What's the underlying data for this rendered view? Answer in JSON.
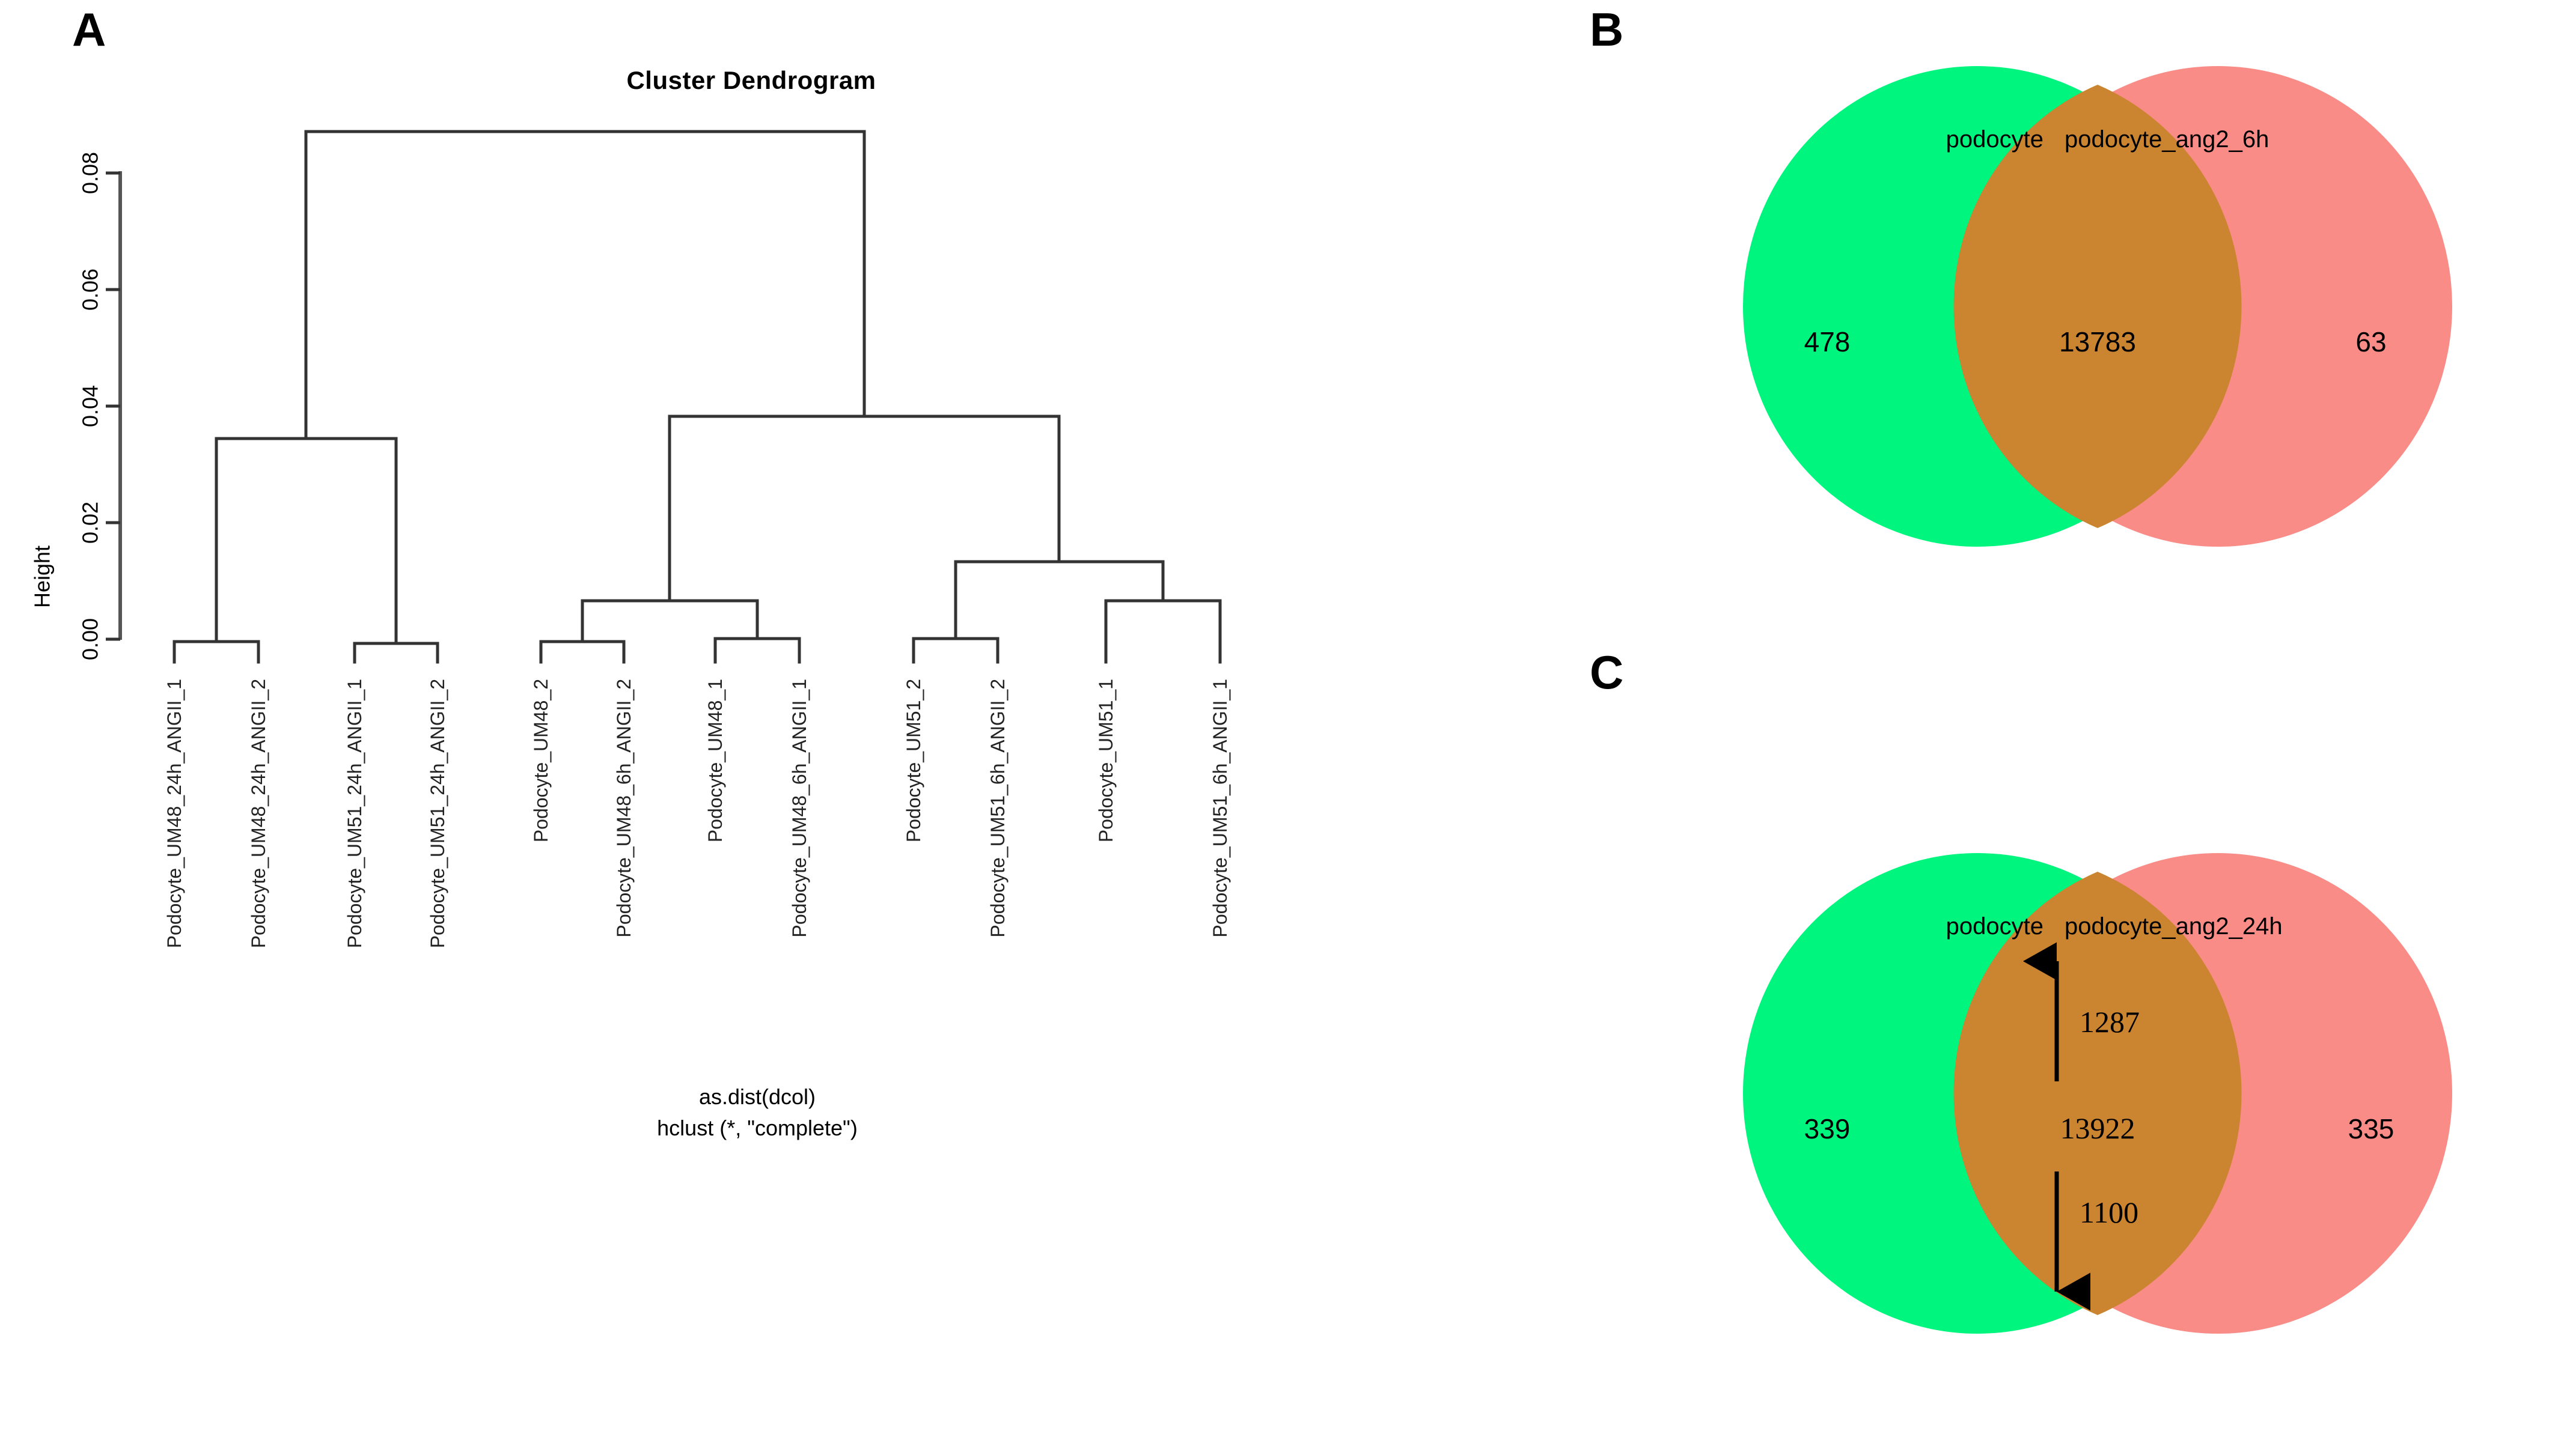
{
  "panels": {
    "a_letter": "A",
    "b_letter": "B",
    "c_letter": "C"
  },
  "dendrogram": {
    "title": "Cluster Dendrogram",
    "ylabel": "Height",
    "caption_line1": "as.dist(dcol)",
    "caption_line2": "hclust (*, \"complete\")",
    "ticks": [
      "0.08",
      "0.06",
      "0.04",
      "0.02",
      "0.00"
    ],
    "leaves": [
      "Podocyte_UM48_24h_ANGII_1",
      "Podocyte_UM48_24h_ANGII_2",
      "Podocyte_UM51_24h_ANGII_1",
      "Podocyte_UM51_24h_ANGII_2",
      "Podocyte_UM48_2",
      "Podocyte_UM48_6h_ANGII_2",
      "Podocyte_UM48_1",
      "Podocyte_UM48_6h_ANGII_1",
      "Podocyte_UM51_2",
      "Podocyte_UM51_6h_ANGII_2",
      "Podocyte_UM51_1",
      "Podocyte_UM51_6h_ANGII_1"
    ]
  },
  "chart_data": [
    {
      "type": "dendrogram",
      "title": "Cluster Dendrogram",
      "xlabel": "as.dist(dcol)",
      "ylabel": "Height",
      "ylim": [
        0.0,
        0.092
      ],
      "yticks": [
        0.0,
        0.02,
        0.04,
        0.06,
        0.08
      ],
      "method": "complete",
      "distance": "as.dist(dcol)",
      "leaf_order": [
        "Podocyte_UM48_24h_ANGII_1",
        "Podocyte_UM48_24h_ANGII_2",
        "Podocyte_UM51_24h_ANGII_1",
        "Podocyte_UM51_24h_ANGII_2",
        "Podocyte_UM48_2",
        "Podocyte_UM48_6h_ANGII_2",
        "Podocyte_UM48_1",
        "Podocyte_UM48_6h_ANGII_1",
        "Podocyte_UM51_2",
        "Podocyte_UM51_6h_ANGII_2",
        "Podocyte_UM51_1",
        "Podocyte_UM51_6h_ANGII_1"
      ],
      "merges": [
        {
          "id": "m1",
          "left": "Podocyte_UM48_24h_ANGII_1",
          "right": "Podocyte_UM48_24h_ANGII_2",
          "height": 0.0035
        },
        {
          "id": "m2",
          "left": "Podocyte_UM51_24h_ANGII_1",
          "right": "Podocyte_UM51_24h_ANGII_2",
          "height": 0.0032
        },
        {
          "id": "m3",
          "left": "m1",
          "right": "m2",
          "height": 0.0345
        },
        {
          "id": "m4",
          "left": "Podocyte_UM48_2",
          "right": "Podocyte_UM48_6h_ANGII_2",
          "height": 0.0035
        },
        {
          "id": "m5",
          "left": "Podocyte_UM48_1",
          "right": "Podocyte_UM48_6h_ANGII_1",
          "height": 0.004
        },
        {
          "id": "m6",
          "left": "m4",
          "right": "m5",
          "height": 0.0128
        },
        {
          "id": "m7",
          "left": "Podocyte_UM51_2",
          "right": "Podocyte_UM51_6h_ANGII_2",
          "height": 0.004
        },
        {
          "id": "m8",
          "left": "Podocyte_UM51_1",
          "right": "Podocyte_UM51_6h_ANGII_1",
          "height": 0.0105
        },
        {
          "id": "m9",
          "left": "m7",
          "right": "m8",
          "height": 0.0172
        },
        {
          "id": "m10",
          "left": "m6",
          "right": "m9",
          "height": 0.0385
        },
        {
          "id": "m11",
          "left": "m3",
          "right": "m10",
          "height": 0.0912
        }
      ]
    },
    {
      "type": "venn",
      "panel": "B",
      "sets": [
        "podocyte",
        "podocyte_ang2_6h"
      ],
      "only_left": 478,
      "intersection": 13783,
      "only_right": 63,
      "colors": {
        "left": "#00F57F",
        "right": "#F98C87",
        "overlap": "#CB8430"
      }
    },
    {
      "type": "venn",
      "panel": "C",
      "sets": [
        "podocyte",
        "podocyte_ang2_24h"
      ],
      "only_left": 339,
      "intersection": 13922,
      "only_right": 335,
      "up_regulated": 1287,
      "down_regulated": 1100,
      "colors": {
        "left": "#00F57F",
        "right": "#F98C87",
        "overlap": "#CB8430"
      }
    }
  ],
  "venn_b": {
    "left_label": "podocyte",
    "right_label": "podocyte_ang2_6h",
    "left_count": "478",
    "center_count": "13783",
    "right_count": "63"
  },
  "venn_c": {
    "left_label": "podocyte",
    "right_label": "podocyte_ang2_24h",
    "left_count": "339",
    "center_count": "13922",
    "right_count": "335",
    "up_count": "1287",
    "down_count": "1100"
  },
  "colors": {
    "green": "#00F57F",
    "red": "#F98C87",
    "overlap": "#CB8430",
    "line": "#333333"
  }
}
